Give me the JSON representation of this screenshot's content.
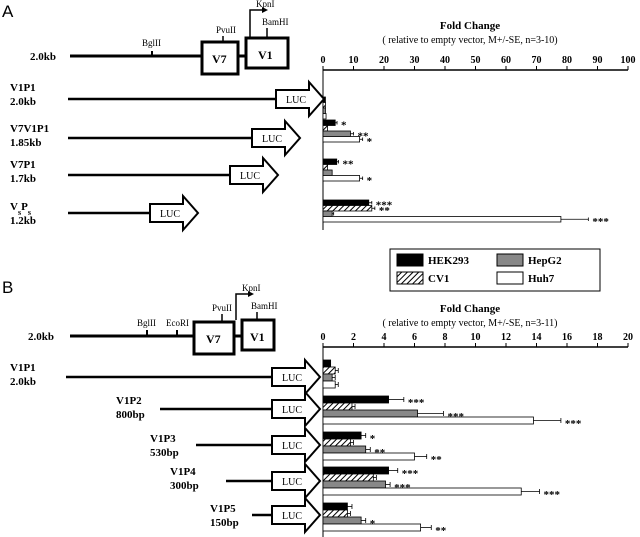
{
  "figure": {
    "panel_a_label": "A",
    "panel_b_label": "B",
    "legend": [
      {
        "name": "HEK293",
        "color": "#000000",
        "pattern": "solid"
      },
      {
        "name": "HepG2",
        "color": "#888888",
        "pattern": "solid"
      },
      {
        "name": "CV1",
        "color": "#ffffff",
        "pattern": "hatch"
      },
      {
        "name": "Huh7",
        "color": "#ffffff",
        "pattern": "solid"
      }
    ]
  },
  "panel_a": {
    "map": {
      "size_label": "2.0kb",
      "sites": [
        "BglII",
        "PvuII",
        "KpnI",
        "BamHI"
      ],
      "exons": [
        "V7",
        "V1"
      ]
    },
    "constructs": [
      {
        "name": "V1P1",
        "size": "2.0kb",
        "reporter": "LUC"
      },
      {
        "name": "V7V1P1",
        "size": "1.85kb",
        "reporter": "LUC"
      },
      {
        "name": "V7P1",
        "size": "1.7kb",
        "reporter": "LUC"
      },
      {
        "name": "VsPs",
        "size": "1.2kb",
        "reporter": "LUC"
      }
    ]
  },
  "panel_b": {
    "map": {
      "size_label": "2.0kb",
      "sites": [
        "BglII",
        "EcoRI",
        "PvuII",
        "KpnI",
        "BamHI"
      ],
      "exons": [
        "V7",
        "V1"
      ]
    },
    "constructs": [
      {
        "name": "V1P1",
        "size": "2.0kb",
        "reporter": "LUC"
      },
      {
        "name": "V1P2",
        "size": "800bp",
        "reporter": "LUC"
      },
      {
        "name": "V1P3",
        "size": "530bp",
        "reporter": "LUC"
      },
      {
        "name": "V1P4",
        "size": "300bp",
        "reporter": "LUC"
      },
      {
        "name": "V1P5",
        "size": "150bp",
        "reporter": "LUC"
      }
    ]
  },
  "chart_data": [
    {
      "type": "bar",
      "orientation": "horizontal",
      "title": "Fold Change",
      "subtitle": "( relative to empty vector, M+/-SE, n=3-10)",
      "xlim": [
        0,
        100
      ],
      "ticks": [
        0,
        10,
        20,
        30,
        40,
        50,
        60,
        70,
        80,
        90,
        100
      ],
      "categories": [
        "V1P1",
        "V7V1P1",
        "V7P1",
        "VsPs"
      ],
      "series": [
        {
          "name": "HEK293",
          "values": [
            0.8,
            4,
            4.5,
            15
          ],
          "errors": [
            0,
            0.6,
            0.6,
            1
          ],
          "stars": [
            "",
            "*",
            "**",
            "***"
          ]
        },
        {
          "name": "CV1",
          "values": [
            0.8,
            1.5,
            1.5,
            16
          ],
          "errors": [
            0,
            0,
            0,
            1
          ],
          "stars": [
            "",
            "",
            "",
            "**"
          ]
        },
        {
          "name": "HepG2",
          "values": [
            0.8,
            9,
            3,
            3
          ],
          "errors": [
            0,
            1,
            0,
            0.5
          ],
          "stars": [
            "",
            "**",
            "",
            ""
          ]
        },
        {
          "name": "Huh7",
          "values": [
            1,
            12,
            12,
            78
          ],
          "errors": [
            0,
            1,
            1,
            9
          ],
          "stars": [
            "",
            "*",
            "*",
            "***"
          ]
        }
      ]
    },
    {
      "type": "bar",
      "orientation": "horizontal",
      "title": "Fold Change",
      "subtitle": "( relative to empty vector, M+/-SE, n=3-11)",
      "xlim": [
        0,
        20
      ],
      "ticks": [
        0,
        2,
        4,
        6,
        8,
        10,
        12,
        14,
        16,
        18,
        20
      ],
      "categories": [
        "V1P1",
        "V1P2",
        "V1P3",
        "V1P4",
        "V1P5"
      ],
      "series": [
        {
          "name": "HEK293",
          "values": [
            0.5,
            4.3,
            2.5,
            4.3,
            1.6
          ],
          "errors": [
            0,
            1,
            0.3,
            0.6,
            0.3
          ],
          "stars": [
            "",
            "***",
            "*",
            "***",
            ""
          ]
        },
        {
          "name": "CV1",
          "values": [
            0.8,
            1.9,
            1.8,
            3.3,
            1.6
          ],
          "errors": [
            0.2,
            0.2,
            0.2,
            0.2,
            0.2
          ],
          "stars": [
            "",
            "",
            "",
            "",
            ""
          ]
        },
        {
          "name": "HepG2",
          "values": [
            0.6,
            6.2,
            2.8,
            4.1,
            2.5
          ],
          "errors": [
            0.2,
            1.7,
            0.3,
            0.3,
            0.3
          ],
          "stars": [
            "",
            "***",
            "**",
            "***",
            "*"
          ]
        },
        {
          "name": "Huh7",
          "values": [
            0.8,
            13.8,
            6,
            13,
            6.4
          ],
          "errors": [
            0.2,
            1.8,
            0.8,
            1.2,
            0.7
          ],
          "stars": [
            "",
            "***",
            "**",
            "***",
            "**"
          ]
        }
      ]
    }
  ]
}
